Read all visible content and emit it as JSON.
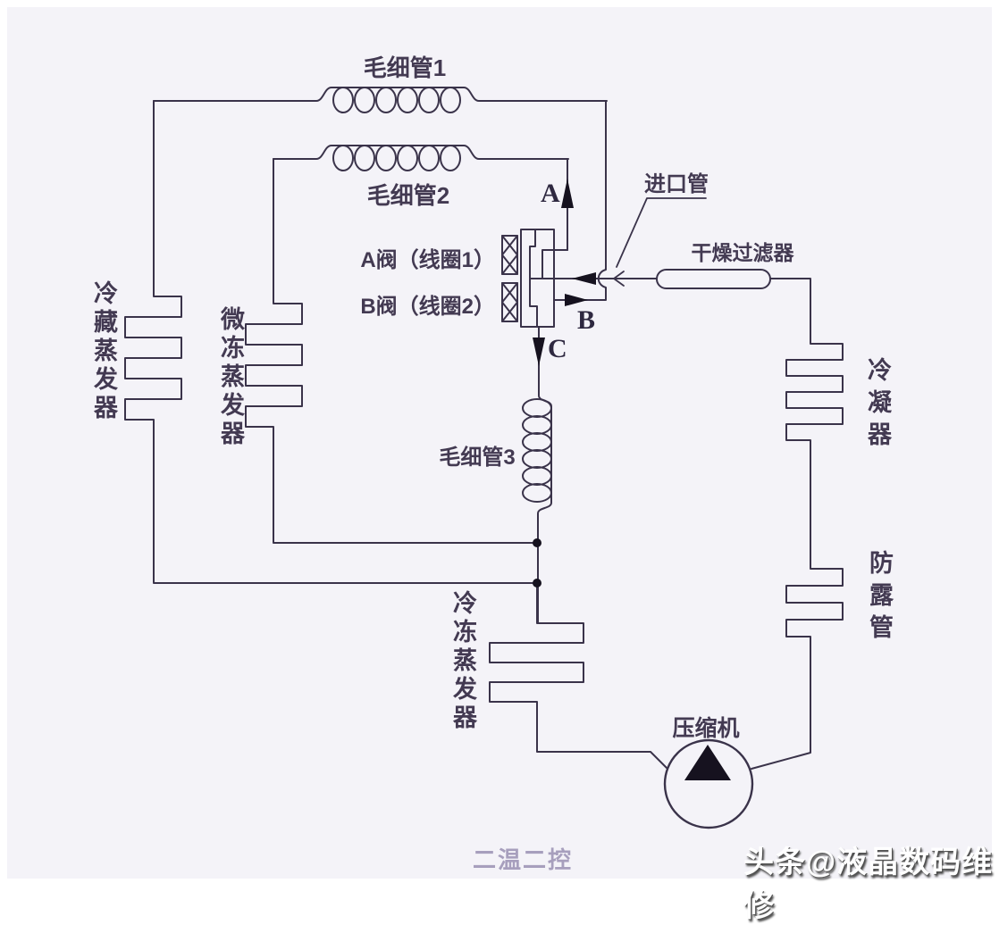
{
  "diagram": {
    "caption": "二温二控",
    "watermark": "头条@液晶数码维修",
    "labels": {
      "capillary1": "毛细管1",
      "capillary2": "毛细管2",
      "capillary3": "毛细管3",
      "valve_a": "A阀（线圈1）",
      "valve_b": "B阀（线圈2）",
      "port_a": "A",
      "port_b": "B",
      "port_c": "C",
      "inlet_pipe": "进口管",
      "dry_filter": "干燥过滤器",
      "fridge_evaporator": "冷藏蒸发器",
      "microfreeze_evaporator": "微冻蒸发器",
      "freezer_evaporator": "冷冻蒸发器",
      "condenser": "冷凝器",
      "antidew_pipe": "防露管",
      "compressor": "压缩机"
    },
    "colors": {
      "line": "#3a334a",
      "solid": "#16121f",
      "text": "#433a52",
      "caption": "#a79fbd",
      "background": "#f4f3f8"
    }
  }
}
